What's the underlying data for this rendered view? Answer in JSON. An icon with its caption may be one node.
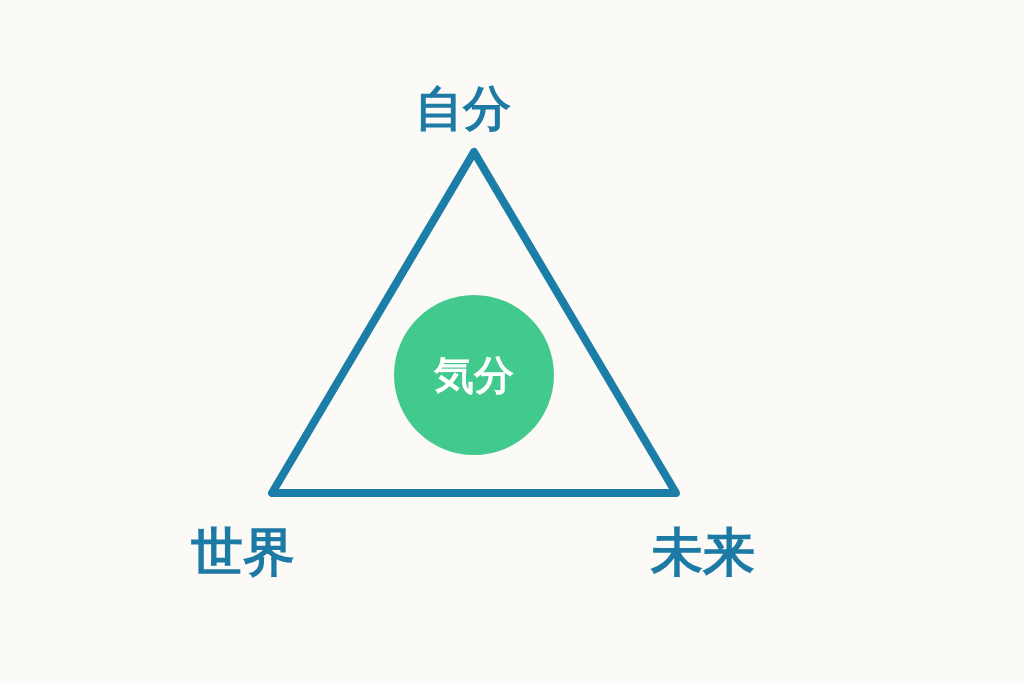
{
  "diagram": {
    "nodes": [
      {
        "text": [],
        "shape": "triangle"
      },
      {
        "text": [
          "気分"
        ],
        "in": 0
      }
    ],
    "labels": [
      "自分",
      "世界",
      "未来"
    ]
  }
}
